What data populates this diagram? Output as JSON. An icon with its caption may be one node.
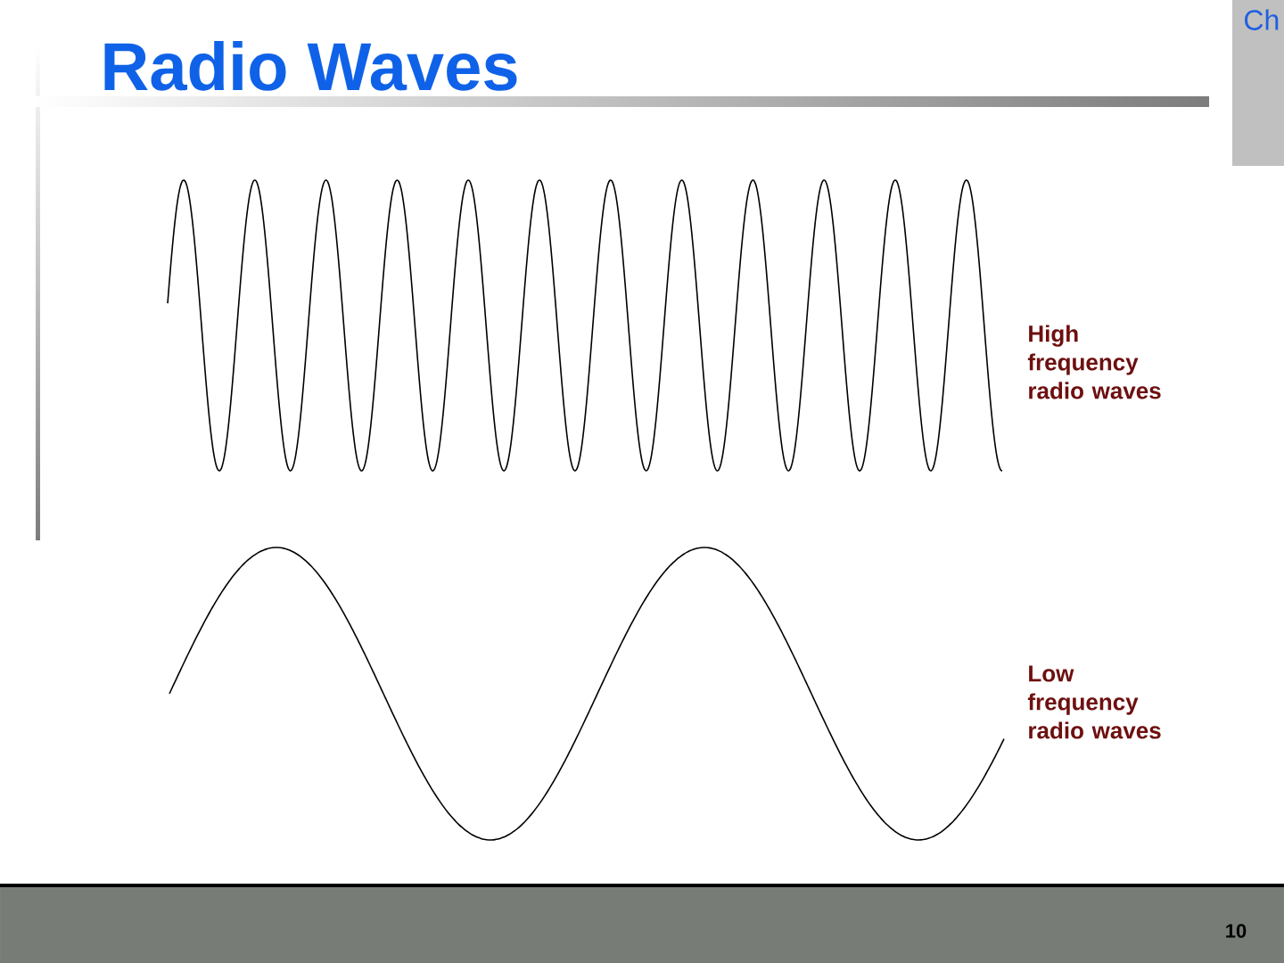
{
  "diagram": {
    "title": "Radio Waves",
    "labels": [
      "Ch",
      "High frequency radio waves",
      "Low frequency radio waves",
      "10"
    ]
  }
}
